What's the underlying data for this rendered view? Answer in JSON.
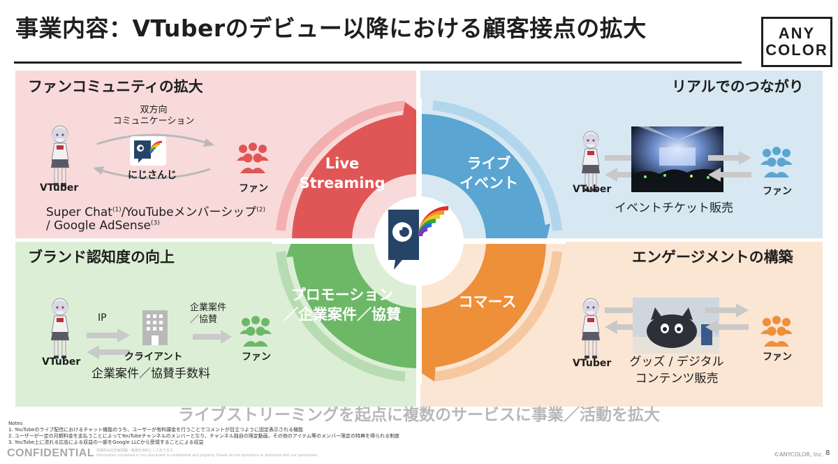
{
  "header": {
    "title": "事業内容：VTuberのデビュー以降における顧客接点の拡大",
    "logo_line1": "ANY",
    "logo_line2": "COLOR"
  },
  "quadrants": {
    "fan_community": {
      "title": "ファンコミュニティの拡大",
      "comm_line1": "双方向",
      "comm_line2": "コミュニケーション",
      "app_label": "にじさんじ",
      "vtuber_label": "VTuber",
      "fan_label": "ファン",
      "revenue_a": "Super Chat",
      "revenue_a_sup": "(1)",
      "revenue_b": "/YouTubeメンバーシップ",
      "revenue_b_sup": "(2)",
      "revenue_c": "/ Google AdSense",
      "revenue_c_sup": "(3)"
    },
    "real_connection": {
      "title": "リアルでのつながり",
      "vtuber_label": "VTuber",
      "fan_label": "ファン",
      "caption": "イベントチケット販売"
    },
    "brand": {
      "title": "ブランド認知度の向上",
      "ip_label": "IP",
      "corp_line1": "企業案件",
      "corp_line2": "／協賛",
      "client_label": "クライアント",
      "vtuber_label": "VTuber",
      "fan_label": "ファン",
      "caption": "企業案件／協賛手数料"
    },
    "engagement": {
      "title": "エンゲージメントの構築",
      "vtuber_label": "VTuber",
      "fan_label": "ファン",
      "caption_line1": "グッズ / デジタル",
      "caption_line2": "コンテンツ販売"
    }
  },
  "cycle": {
    "live_line1": "Live",
    "live_line2": "Streaming",
    "event_line1": "ライブ",
    "event_line2": "イベント",
    "promo_line1": "プロモーション",
    "promo_line2": "／企業案件／協賛",
    "commerce": "コマース"
  },
  "tagline": "ライブストリーミングを起点に複数のサービスに事業／活動を拡大",
  "notes": {
    "heading": "Notes",
    "items": [
      "1.  YouTubeのライブ配信におけるチャット機能のうち、ユーザーが有料課金を行うことでコメントが目立つように固定表示される機能",
      "2.  ユーザーが一定の月額料金を支払うことによってYouTubeチャンネルのメンバーとなり、チャンネル独自の限定動画、その他のアイテム等のメンバー限定の特典を得られる制度",
      "3.  YouTube上に流れる広告による収益の一部をGoogle LLCから受領することによる収益"
    ]
  },
  "footer": {
    "confidential": "CONFIDENTIAL",
    "conf_note_1": "本資料は社外秘情報・転用を目的としております。",
    "conf_note_2": "Information contained in this document is confidential and property. Please do not reproduce or distribute with our permission.",
    "copyright": "©ANYCOLOR, Inc.",
    "page": "8"
  },
  "colors": {
    "red": "#e05656",
    "blue": "#5aa5d2",
    "green": "#6cb867",
    "orange": "#ee8f3a",
    "navy": "#264468"
  },
  "icons": [
    "vtuber-character-icon",
    "fan-group-icon",
    "nijisanji-logo-icon",
    "building-icon",
    "double-arrow-icon"
  ]
}
